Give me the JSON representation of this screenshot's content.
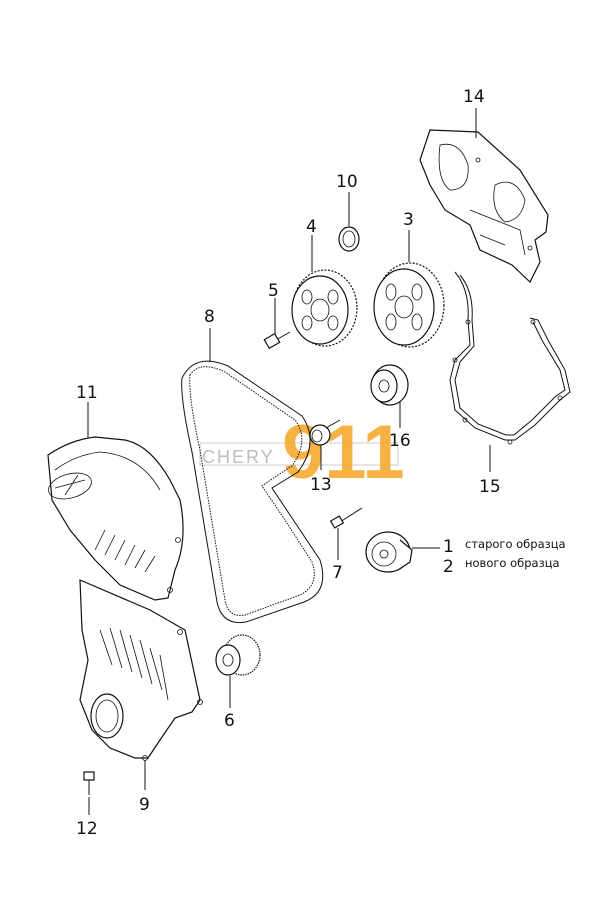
{
  "callouts": {
    "c1": "1",
    "c2": "2",
    "c3": "3",
    "c4": "4",
    "c5": "5",
    "c6": "6",
    "c7": "7",
    "c8": "8",
    "c9": "9",
    "c10": "10",
    "c11": "11",
    "c12": "12",
    "c13": "13",
    "c14": "14",
    "c15": "15",
    "c16": "16"
  },
  "notes": {
    "old_type": "старого образца",
    "new_type": "нового образца"
  },
  "watermark": {
    "text": "CHERY",
    "number": "911",
    "color": "#f5a623"
  }
}
